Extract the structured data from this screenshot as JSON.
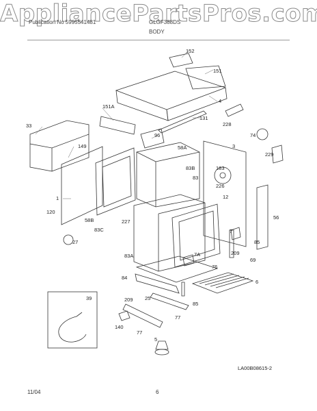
{
  "watermark": "AppliancePartsPros.com",
  "header": {
    "left": "Publication No 5995541481",
    "center": "GLGF388DS",
    "section": "BODY"
  },
  "diagram": {
    "part_labels": [
      "152",
      "151",
      "4",
      "131",
      "151A",
      "96",
      "33",
      "149",
      "228",
      "3",
      "74",
      "229",
      "58A",
      "83B",
      "183",
      "83",
      "226",
      "1",
      "120",
      "58B",
      "83C",
      "227",
      "12",
      "56",
      "27",
      "7",
      "85",
      "209",
      "69",
      "83A",
      "7A",
      "76",
      "84",
      "6",
      "209",
      "25",
      "85",
      "39",
      "77",
      "140",
      "77",
      "5"
    ],
    "code": "LA00B08615-2"
  },
  "footer": {
    "date": "11/04",
    "page": "6"
  }
}
